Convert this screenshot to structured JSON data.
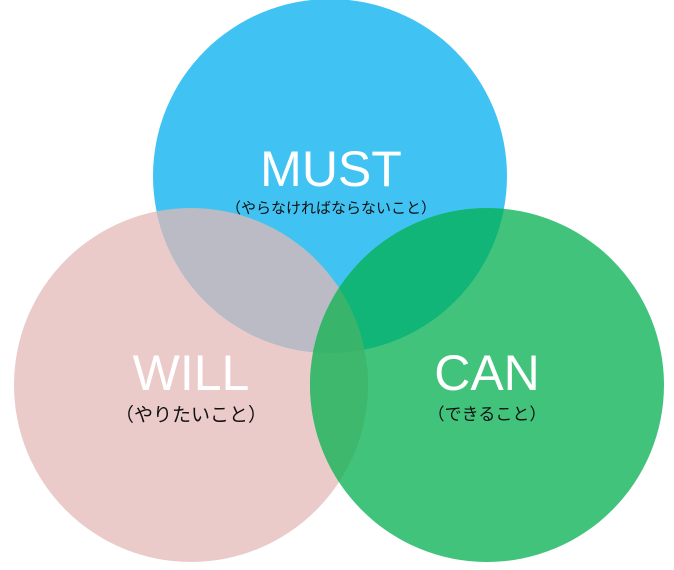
{
  "colors": {
    "must": "#40c3f3",
    "will": "#ebcaca",
    "can": "#42c37c",
    "must_will": "#babbc4",
    "must_can": "#10b577",
    "will_can": "#3db86c",
    "all": "#39b56b"
  },
  "must": {
    "title": "MUST",
    "subtitle": "（やらなければならないこと）"
  },
  "will": {
    "title": "WILL",
    "subtitle": "（やりたいこと）"
  },
  "can": {
    "title": "CAN",
    "subtitle": "（できること）"
  }
}
